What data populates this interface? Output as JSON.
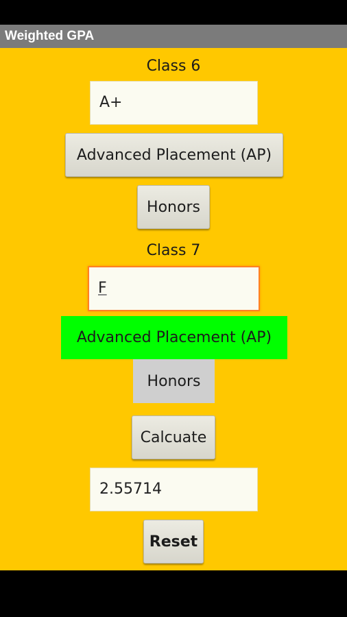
{
  "app": {
    "title": "Weighted GPA"
  },
  "class6": {
    "label": "Class 6",
    "grade": "A+",
    "ap_label": "Advanced Placement (AP)",
    "honors_label": "Honors"
  },
  "class7": {
    "label": "Class 7",
    "grade": "F",
    "ap_label": "Advanced Placement (AP)",
    "honors_label": "Honors"
  },
  "actions": {
    "calculate_label": "Calcuate",
    "result": "2.55714",
    "reset_label": "Reset"
  },
  "colors": {
    "background": "#ffc800",
    "ap_selected": "#00ff00",
    "focus_border": "#ff7f24"
  }
}
